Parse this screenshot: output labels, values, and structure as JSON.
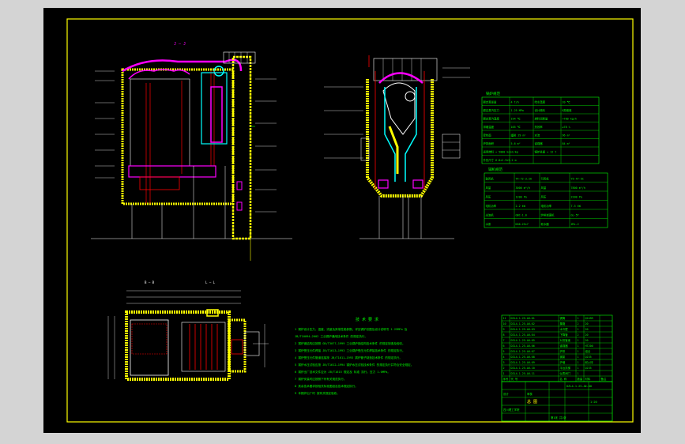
{
  "drawing": {
    "view_label_left": "J — J",
    "view_label_plan_a": "B — B",
    "view_label_plan_b": "L — L"
  },
  "notes": {
    "title": "技 术 要 求",
    "lines": [
      "1 锅炉设计压力、温度、流量及其他性能参数；详见锅炉总图及设计说明书 1.25MPa 及",
      "JB/T10094—2002 工业锅炉通用技术条件 的规定执行。",
      "2 锅炉钢结构应按照 GB/T3077—1999 工业锅炉钢结构技术条件 的规定制造及验收。",
      "3 锅炉受压元件焊接 JB/T1613—1993 工业锅炉受压元件焊接技术条件 的规定执行。",
      "4 锅炉受压元件管道连接按 JB/T1611—1993 锅炉管子制造技术条件 的规定执行。",
      "5 锅炉水压试验应按 JB/T1612—1994 锅炉水压试验技术条件 的规定执行并符合安全规定。",
      "6 锅炉出厂技术文件应为 JB/T1615 规定及 标准 执行。压力 1.0MPa。",
      "7 锅炉安装时应按照下列有关规范执行。",
      "8 其余技术要求按相关标准图纸及技术规定执行。",
      "9 本锅炉出厂时 按有关规定验收。"
    ]
  },
  "spec_table": {
    "title": "锅炉规范",
    "rows": [
      [
        "额定蒸发量",
        "4 t/h",
        "给水温度",
        "20 ℃"
      ],
      [
        "额定蒸汽压力",
        "1.25 MPa",
        "设计燃料",
        "Ⅱ类烟煤"
      ],
      [
        "额定蒸汽温度",
        "194 ℃",
        "燃料消耗量",
        "≈780 kg/h"
      ],
      [
        "排烟温度",
        "165 ℃",
        "热效率",
        "≥78 %"
      ],
      [
        "受热面",
        "辐射 29 m²",
        "对流",
        "96 m²"
      ],
      [
        "炉排面积",
        "5.6 m²",
        "省煤器",
        "84 m²"
      ],
      [
        "适用燃料 ≈ 5000 kcal/kg",
        "",
        "锅炉总重 ≈ 12 t",
        ""
      ],
      [
        "外形尺寸 6.8×2.9×5.2 m",
        "",
        "",
        ""
      ]
    ]
  },
  "aux_table": {
    "title": "辅机规范",
    "rows": [
      [
        "鼓风机",
        "T4-72-3.2A",
        "引风机",
        "Y5-47-5C"
      ],
      [
        "风量",
        "3000 m³/h",
        "风量",
        "7800 m³/h"
      ],
      [
        "风压",
        "1200 Pa",
        "风压",
        "2200 Pa"
      ],
      [
        "电机功率",
        "2.2 kW",
        "电机功率",
        "7.5 kW"
      ],
      [
        "出渣机",
        "GBC-1.0",
        "炉排减速机",
        "GL-5T"
      ],
      [
        "水泵",
        "DG6-25×7",
        "软水器",
        "ZRL-2"
      ]
    ]
  },
  "title_block": {
    "bom_rows": [
      [
        "11",
        "DZL4-1.25-AⅡ-01",
        "锅筒",
        "1",
        "Q245R",
        ""
      ],
      [
        "10",
        "DZL4-1.25-AⅡ-02",
        "集箱",
        "2",
        "20",
        ""
      ],
      [
        "9",
        "DZL4-1.25-AⅡ-03",
        "水冷壁",
        "1",
        "20",
        ""
      ],
      [
        "8",
        "DZL4-1.25-AⅡ-04",
        "下降管",
        "2",
        "20",
        ""
      ],
      [
        "7",
        "DZL4-1.25-AⅡ-05",
        "对流管束",
        "1",
        "20",
        ""
      ],
      [
        "6",
        "DZL4-1.25-AⅡ-06",
        "省煤器",
        "1",
        "HT200",
        ""
      ],
      [
        "5",
        "DZL4-1.25-AⅡ-07",
        "炉排",
        "1",
        "组合",
        ""
      ],
      [
        "4",
        "DZL4-1.25-AⅡ-08",
        "钢架",
        "1",
        "Q235",
        ""
      ],
      [
        "3",
        "DZL4-1.25-AⅡ-09",
        "炉墙",
        "1",
        "耐火砖",
        ""
      ],
      [
        "2",
        "DZL4-1.25-AⅡ-10",
        "平台扶梯",
        "1",
        "Q235",
        ""
      ],
      [
        "1",
        "DZL4-1.25-AⅡ-11",
        "仪表阀门",
        "1",
        "",
        ""
      ]
    ],
    "header": [
      "序号",
      "代 号",
      "名 称",
      "数量",
      "材料",
      "备注"
    ],
    "drawing_no": "DZL4-1.25-AⅡ-00",
    "company": "四川理工学院",
    "title": "总 图",
    "scale": "1:20",
    "sheet": "第1张 共1张",
    "designer": "设计",
    "checker": "审核"
  },
  "colors": {
    "sheet": "#000000",
    "frame": "#ffff00",
    "wall": "#ffff00",
    "pipe": "#ff00ff",
    "water": "#00ffff",
    "red": "#ff0000",
    "dim": "#00ff00",
    "white": "#ffffff"
  }
}
